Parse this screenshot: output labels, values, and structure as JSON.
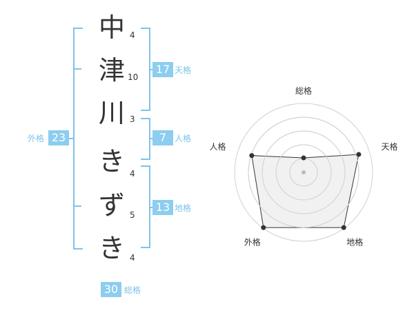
{
  "name_chars": [
    {
      "char": "中",
      "strokes": "4"
    },
    {
      "char": "津",
      "strokes": "10"
    },
    {
      "char": "川",
      "strokes": "3"
    },
    {
      "char": "き",
      "strokes": "4"
    },
    {
      "char": "ず",
      "strokes": "5"
    },
    {
      "char": "き",
      "strokes": "4"
    }
  ],
  "scores": {
    "tenkaku": {
      "value": "17",
      "label": "天格"
    },
    "jinkaku": {
      "value": "7",
      "label": "人格"
    },
    "chikaku": {
      "value": "13",
      "label": "地格"
    },
    "gaikaku": {
      "value": "23",
      "label": "外格"
    },
    "soukaku": {
      "value": "30",
      "label": "総格"
    }
  },
  "colors": {
    "accent": "#7cc4ea",
    "badge": "#8ccdf0"
  },
  "chart_data": {
    "type": "radar",
    "axes": [
      "総格",
      "天格",
      "地格",
      "外格",
      "人格"
    ],
    "values": [
      0.21,
      0.84,
      0.99,
      0.99,
      0.79
    ],
    "rings": 5,
    "grid": true,
    "colors": {
      "fill": "#efefef",
      "line": "#333333",
      "grid": "#d0d0d0",
      "center": "#bbbbbb"
    }
  }
}
